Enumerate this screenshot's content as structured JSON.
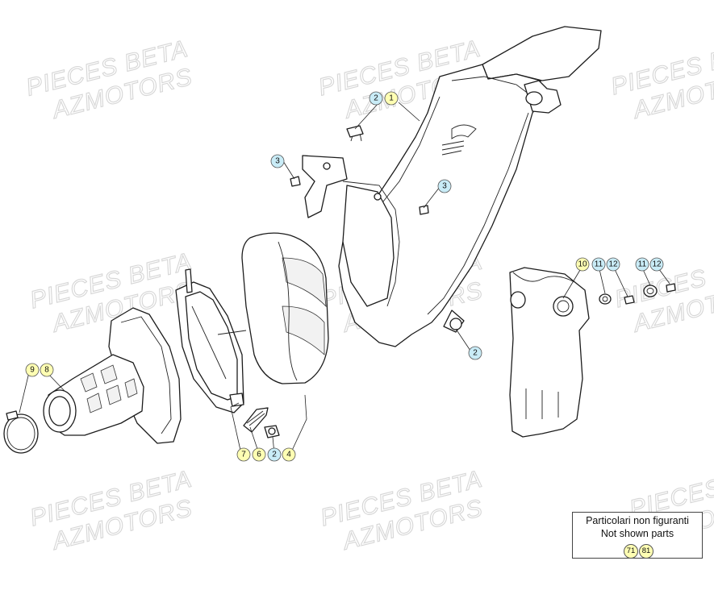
{
  "watermark": {
    "line1": "PIECES BETA",
    "line2": "AZMOTORS"
  },
  "colors": {
    "callout_yellow": "#ffffb3",
    "callout_blue": "#c9ecf7",
    "outline": "#1c1c1c",
    "watermark": "#d6d6d6"
  },
  "callouts": [
    {
      "id": "c-2-top",
      "number": "2",
      "color": "blue"
    },
    {
      "id": "c-1-top",
      "number": "1",
      "color": "yellow"
    },
    {
      "id": "c-3-left",
      "number": "3",
      "color": "blue"
    },
    {
      "id": "c-3-right",
      "number": "3",
      "color": "blue"
    },
    {
      "id": "c-2-right",
      "number": "2",
      "color": "blue"
    },
    {
      "id": "c-9",
      "number": "9",
      "color": "yellow"
    },
    {
      "id": "c-8",
      "number": "8",
      "color": "yellow"
    },
    {
      "id": "c-7",
      "number": "7",
      "color": "yellow"
    },
    {
      "id": "c-6",
      "number": "6",
      "color": "yellow"
    },
    {
      "id": "c-2-bottom",
      "number": "2",
      "color": "blue"
    },
    {
      "id": "c-4",
      "number": "4",
      "color": "yellow"
    },
    {
      "id": "c-10",
      "number": "10",
      "color": "yellow"
    },
    {
      "id": "c-11a",
      "number": "11",
      "color": "blue"
    },
    {
      "id": "c-12a",
      "number": "12",
      "color": "blue"
    },
    {
      "id": "c-11b",
      "number": "11",
      "color": "blue"
    },
    {
      "id": "c-12b",
      "number": "12",
      "color": "blue"
    }
  ],
  "legend": {
    "line1": "Particolari non figuranti",
    "line2": "Not shown parts",
    "numbers": [
      "71",
      "81"
    ]
  }
}
